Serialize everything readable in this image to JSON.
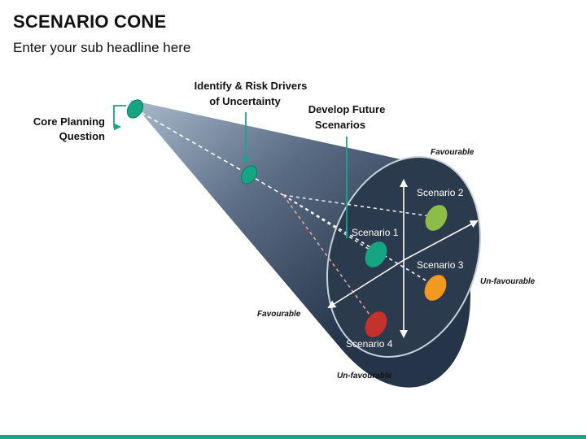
{
  "header": {
    "title": "SCENARIO CONE",
    "subtitle": "Enter your sub headline here"
  },
  "callouts": {
    "core_line1": "Core Planning",
    "core_line2": "Question",
    "drivers_line1": "Identify & Risk Drivers",
    "drivers_line2": "of Uncertainty",
    "develop_line1": "Develop Future",
    "develop_line2": "Scenarios"
  },
  "axis_labels": {
    "top": "Favourable",
    "right": "Un-favourable",
    "left": "Favourable",
    "bottom": "Un-favourable"
  },
  "scenarios": {
    "s1": "Scenario 1",
    "s2": "Scenario 2",
    "s3": "Scenario 3",
    "s4": "Scenario 4"
  },
  "colors": {
    "accent_teal": "#1aa48a",
    "cone_dark": "#2c3a4e",
    "scenario1": "#16a583",
    "scenario2": "#8cbd48",
    "scenario3": "#f29a1f",
    "scenario4": "#c5312b"
  }
}
